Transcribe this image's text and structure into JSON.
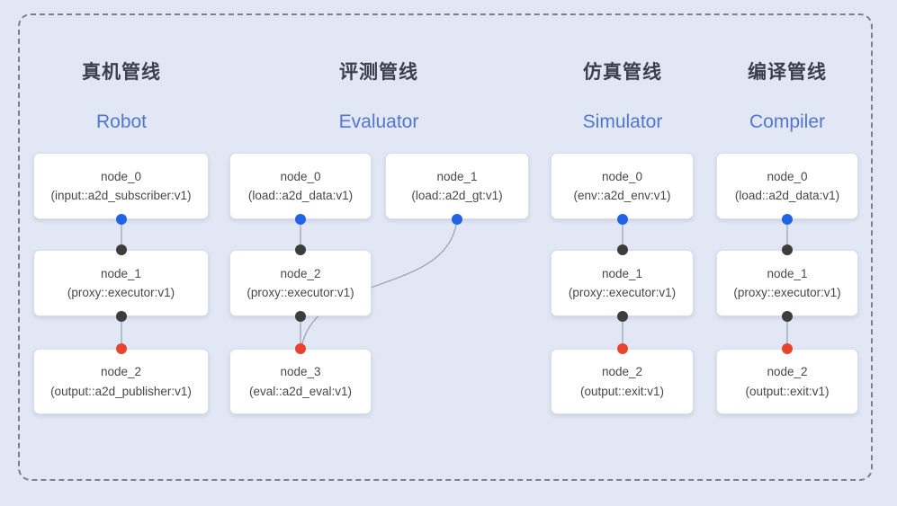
{
  "pipelines": [
    {
      "title_zh": "真机管线",
      "title_en": "Robot",
      "nodes": [
        {
          "name": "node_0",
          "impl": "(input::a2d_subscriber:v1)"
        },
        {
          "name": "node_1",
          "impl": "(proxy::executor:v1)"
        },
        {
          "name": "node_2",
          "impl": "(output::a2d_publisher:v1)"
        }
      ]
    },
    {
      "title_zh": "评测管线",
      "title_en": "Evaluator",
      "nodes": [
        {
          "name": "node_0",
          "impl": "(load::a2d_data:v1)"
        },
        {
          "name": "node_1",
          "impl": "(load::a2d_gt:v1)"
        },
        {
          "name": "node_2",
          "impl": "(proxy::executor:v1)"
        },
        {
          "name": "node_3",
          "impl": "(eval::a2d_eval:v1)"
        }
      ]
    },
    {
      "title_zh": "仿真管线",
      "title_en": "Simulator",
      "nodes": [
        {
          "name": "node_0",
          "impl": "(env::a2d_env:v1)"
        },
        {
          "name": "node_1",
          "impl": "(proxy::executor:v1)"
        },
        {
          "name": "node_2",
          "impl": "(output::exit:v1)"
        }
      ]
    },
    {
      "title_zh": "编译管线",
      "title_en": "Compiler",
      "nodes": [
        {
          "name": "node_0",
          "impl": "(load::a2d_data:v1)"
        },
        {
          "name": "node_1",
          "impl": "(proxy::executor:v1)"
        },
        {
          "name": "node_2",
          "impl": "(output::exit:v1)"
        }
      ]
    }
  ],
  "colors": {
    "background": "#e2e7f5",
    "node_bg": "#ffffff",
    "node_border": "#dadee8",
    "node_text": "#45474d",
    "title_zh": "#3a404d",
    "title_en": "#5276cd",
    "frame_border": "#7b818c",
    "edge": "#9aa0ab",
    "dot_blue": "#2262e3",
    "dot_black": "#3d3d3d",
    "dot_red": "#e8432f"
  }
}
